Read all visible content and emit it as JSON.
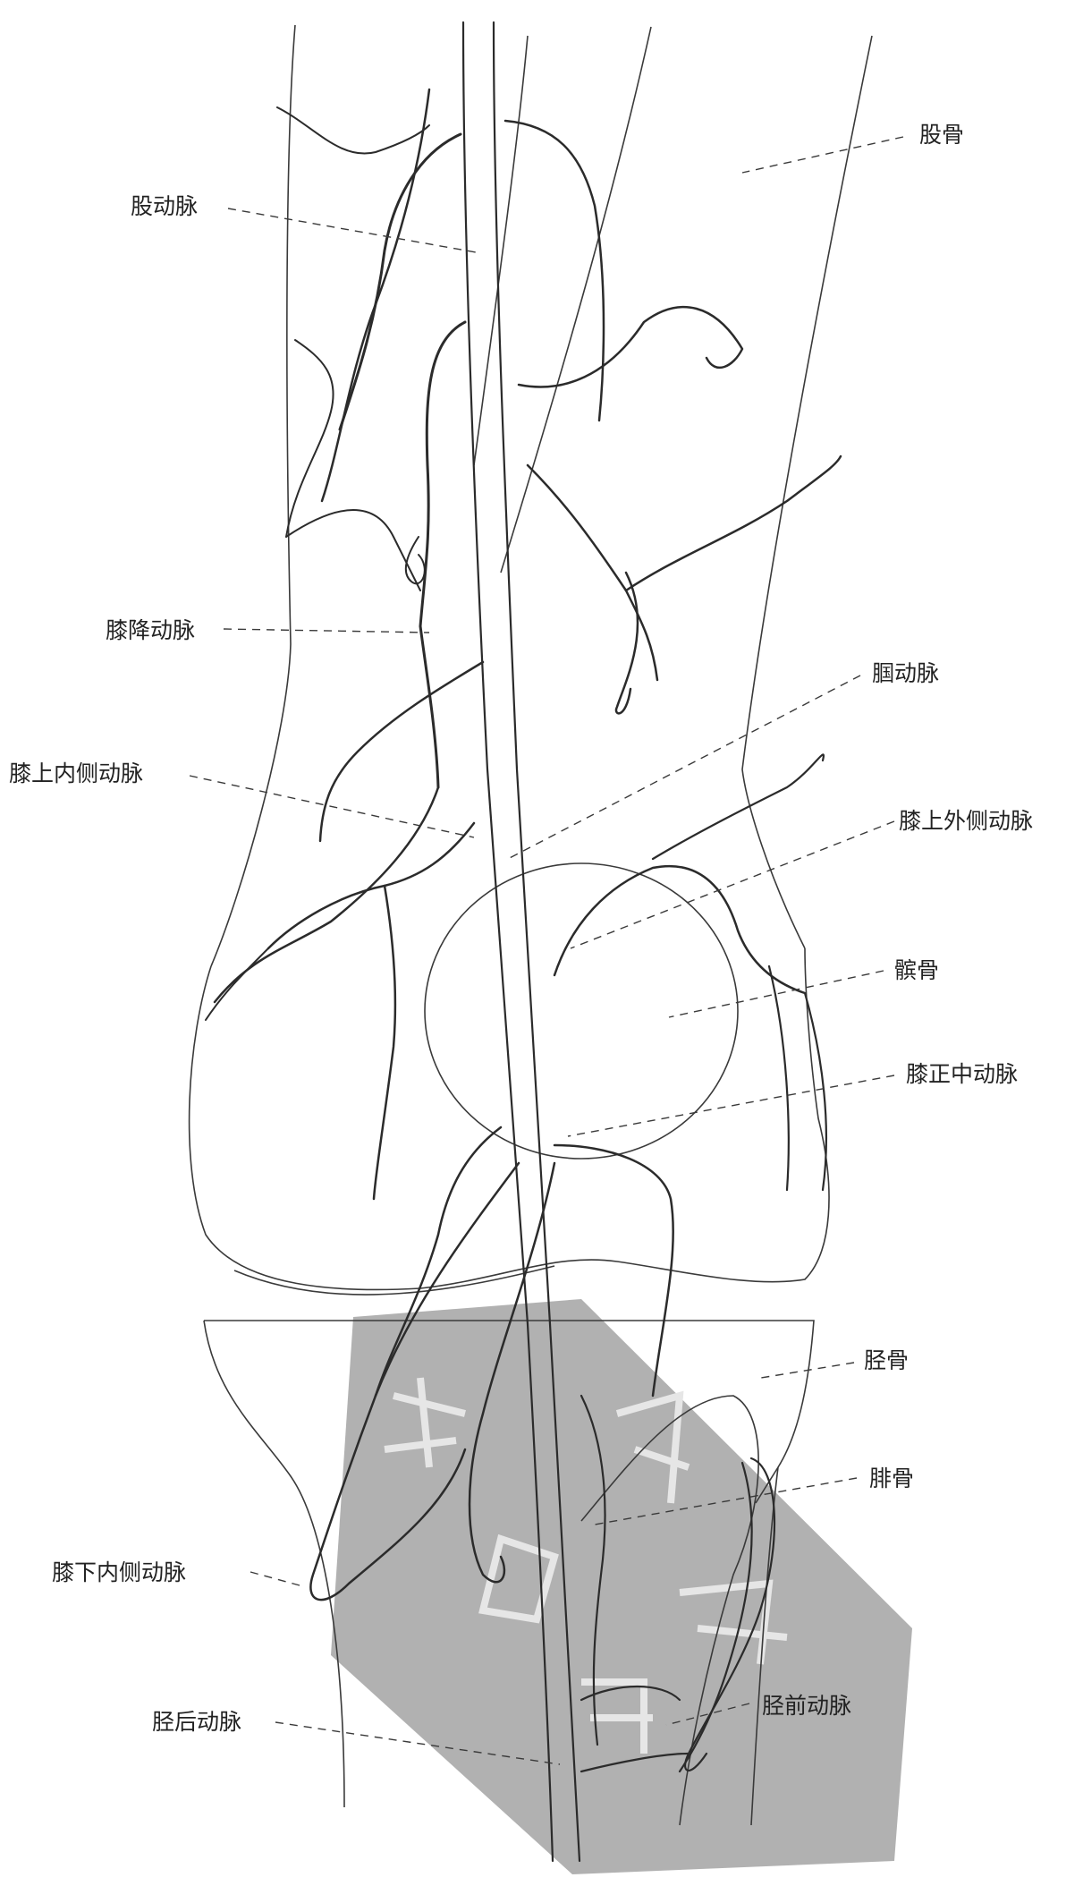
{
  "labels": {
    "femur": "股骨",
    "femoral_artery": "股动脉",
    "descending_genicular_artery": "膝降动脉",
    "popliteal_artery": "腘动脉",
    "superior_medial_genicular_artery": "膝上内侧动脉",
    "superior_lateral_genicular_artery": "膝上外侧动脉",
    "patella": "髌骨",
    "middle_genicular_artery": "膝正中动脉",
    "tibia": "胫骨",
    "fibula": "腓骨",
    "inferior_medial_genicular_artery": "膝下内侧动脉",
    "anterior_tibial_artery": "胫前动脉",
    "posterior_tibial_artery": "胫后动脉"
  },
  "watermark": {
    "color": "#a9a9a9",
    "seal_text": "藏 解 剖 图 谱"
  },
  "colors": {
    "line": "#2b2b2b",
    "background": "#ffffff",
    "label": "#222222"
  }
}
